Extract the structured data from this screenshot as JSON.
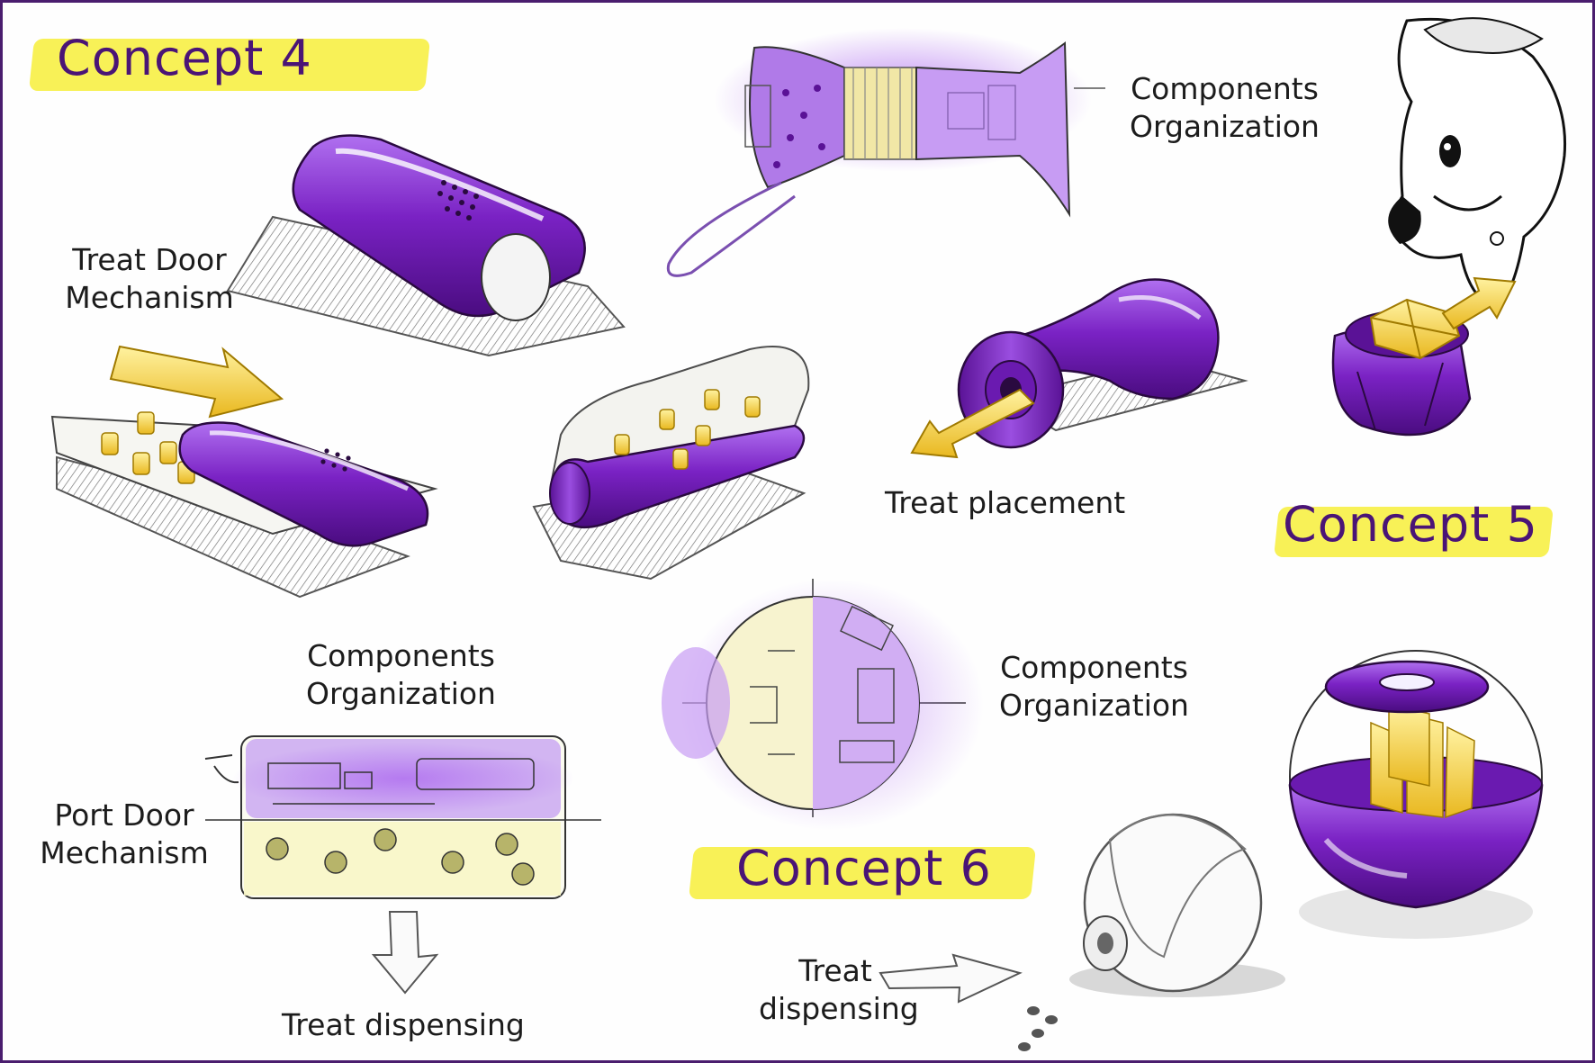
{
  "concepts": {
    "c4": "Concept 4",
    "c5": "Concept 5",
    "c6": "Concept 6"
  },
  "labels": {
    "treat_door": [
      "Treat Door",
      "Mechanism"
    ],
    "components_top": [
      "Components",
      "Organization"
    ],
    "treat_placement": "Treat placement",
    "components_c4": [
      "Components",
      "Organization"
    ],
    "port_door": [
      "Port Door",
      "Mechanism"
    ],
    "treat_dispensing_c4": "Treat dispensing",
    "components_c6": [
      "Components",
      "Organization"
    ],
    "treat_dispensing_c6": [
      "Treat",
      "dispensing"
    ]
  },
  "colors": {
    "purple": "#7a22c4",
    "purple_dark": "#4d0f86",
    "yellow": "#f5d13a",
    "highlight": "#f7ee3a",
    "title_ink": "#4a1476",
    "frame": "#4a1d6e"
  }
}
